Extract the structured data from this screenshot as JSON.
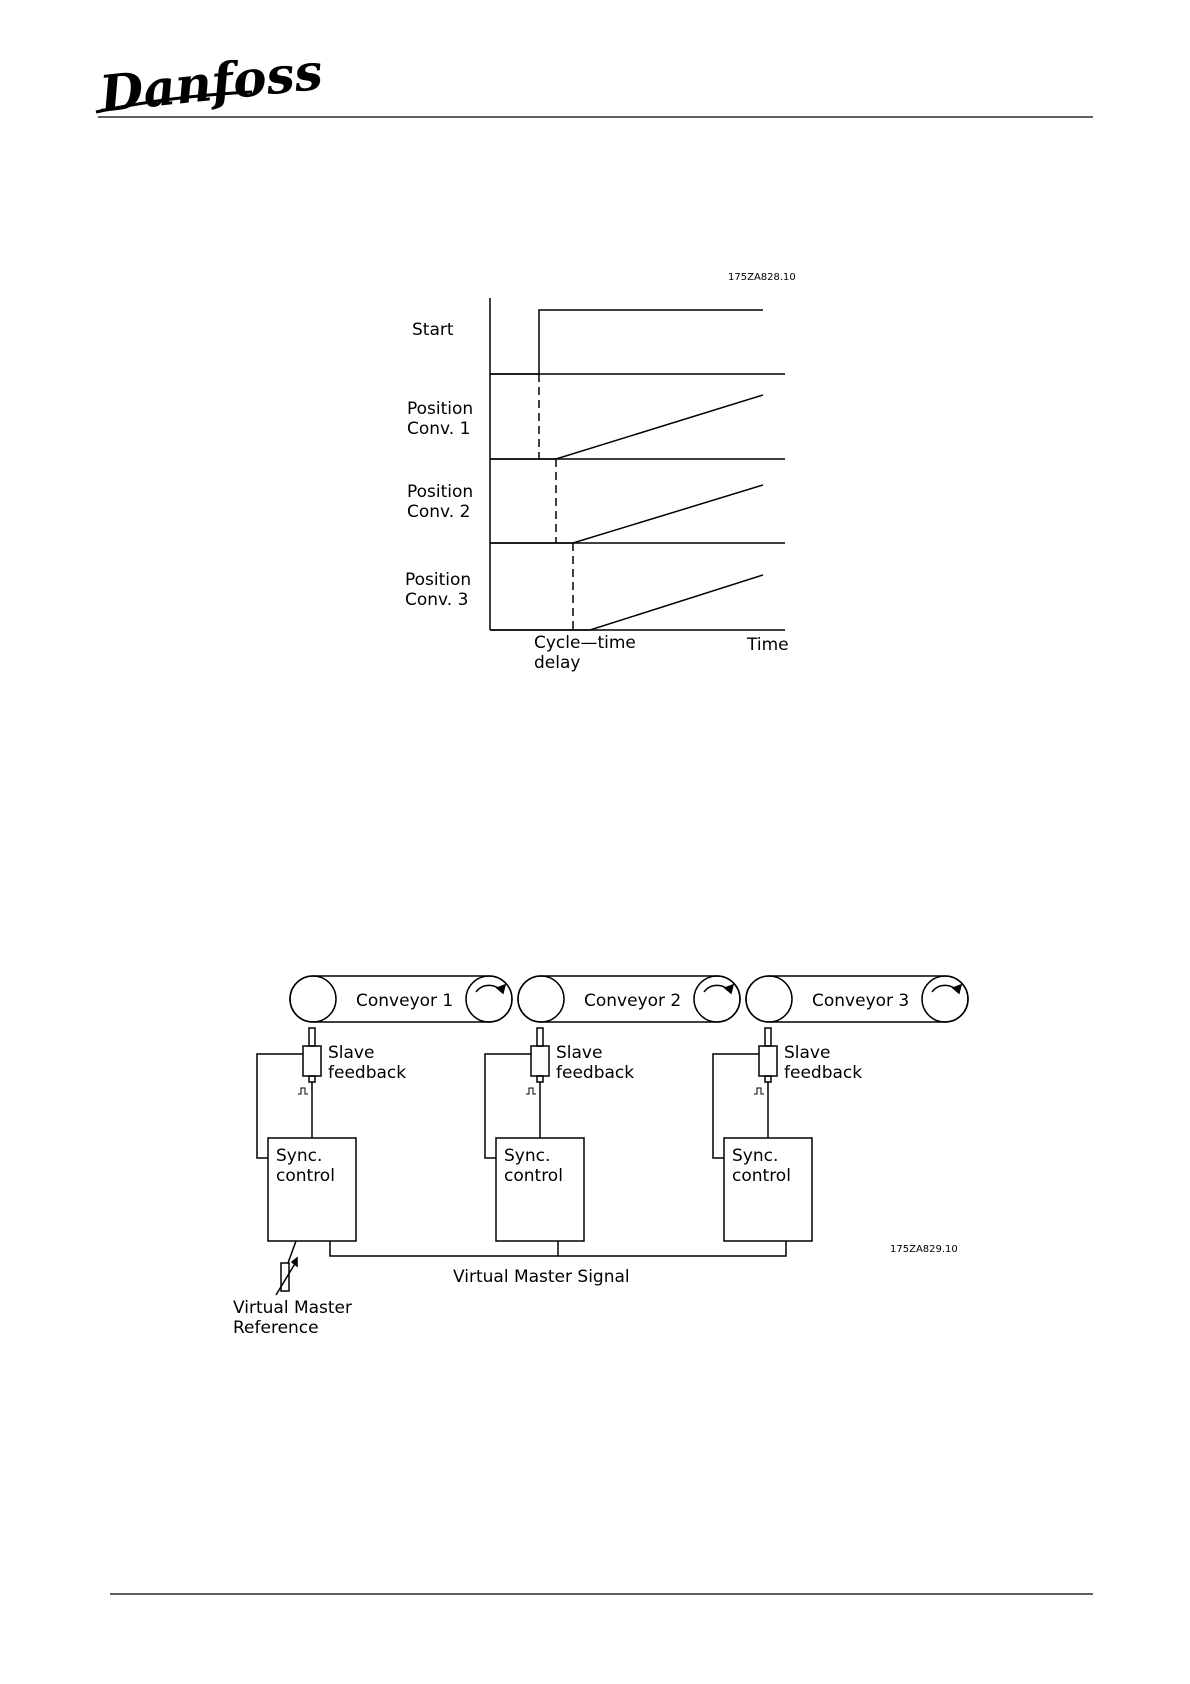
{
  "header": {
    "logo_text": "Danfoss"
  },
  "timing_diagram": {
    "figure_code": "175ZA828.10",
    "rows": [
      {
        "line1": "Start",
        "line2": ""
      },
      {
        "line1": "Position",
        "line2": "Conv.  1"
      },
      {
        "line1": "Position",
        "line2": "Conv.  2"
      },
      {
        "line1": "Position",
        "line2": "Conv.  3"
      }
    ],
    "delay_label": {
      "line1": "Cycle—time",
      "line2": "delay"
    },
    "time_label": "Time"
  },
  "conveyor_diagram": {
    "figure_code": "175ZA829.10",
    "conveyors": [
      {
        "name": "Conveyor  1",
        "feedback_line1": "Slave",
        "feedback_line2": "feedback",
        "control_line1": "Sync.",
        "control_line2": "control"
      },
      {
        "name": "Conveyor  2",
        "feedback_line1": "Slave",
        "feedback_line2": "feedback",
        "control_line1": "Sync.",
        "control_line2": "control"
      },
      {
        "name": "Conveyor  3",
        "feedback_line1": "Slave",
        "feedback_line2": "feedback",
        "control_line1": "Sync.",
        "control_line2": "control"
      }
    ],
    "signal_label": "Virtual Master Signal",
    "reference_label": {
      "line1": "Virtual  Master",
      "line2": "Reference"
    }
  }
}
